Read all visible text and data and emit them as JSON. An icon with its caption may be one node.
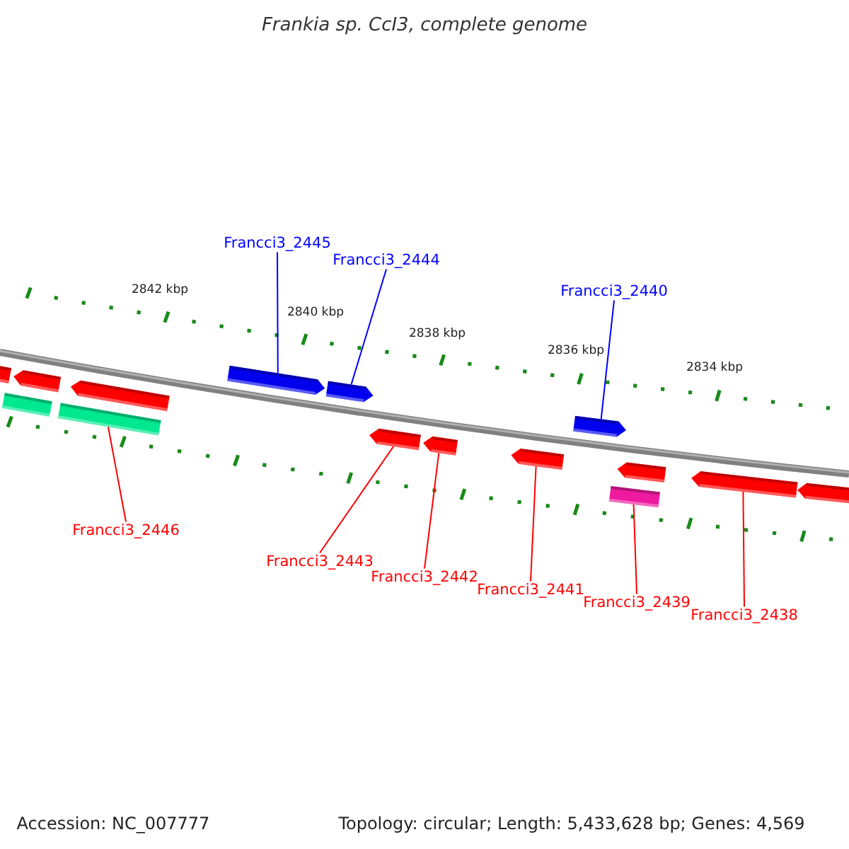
{
  "diagram": {
    "title": "Frankia sp. CcI3, complete genome",
    "nodes": [
      {
        "text": [
          "Francci3_2445"
        ]
      },
      {
        "text": [
          "Francci3_2444"
        ]
      },
      {
        "text": [
          "Francci3_2440"
        ]
      },
      {
        "text": [
          "Francci3_2446"
        ]
      },
      {
        "text": [
          "Francci3_2443"
        ]
      },
      {
        "text": [
          "Francci3_2442"
        ]
      },
      {
        "text": [
          "Francci3_2441"
        ]
      },
      {
        "text": [
          "Francci3_2439"
        ]
      },
      {
        "text": [
          "Francci3_2438"
        ]
      },
      {
        "text": [],
        "shape": "bar"
      },
      {
        "text": [],
        "shape": "box"
      },
      {
        "text": [],
        "shape": "bar"
      },
      {
        "text": [],
        "shape": "box"
      },
      {
        "text": [],
        "shape": "bar"
      },
      {
        "text": [],
        "shape": "bar"
      },
      {
        "text": [],
        "shape": "bar"
      },
      {
        "text": [],
        "shape": "bar"
      },
      {
        "text": [],
        "shape": "bar"
      },
      {
        "text": [],
        "shape": "bar"
      },
      {
        "text": [],
        "shape": "bar"
      },
      {
        "text": [],
        "shape": "box"
      },
      {
        "text": [],
        "shape": "bar"
      },
      {
        "text": [],
        "shape": "bar"
      },
      {
        "text": [],
        "shape": "bar"
      }
    ],
    "edges": [
      {
        "from": 0,
        "to": 14,
        "arrow": "none",
        "color": "#0000ff"
      },
      {
        "from": 1,
        "to": 15,
        "arrow": "none",
        "color": "#0000ff"
      },
      {
        "from": 2,
        "to": 19,
        "arrow": "none",
        "color": "#0000ff"
      },
      {
        "from": 3,
        "to": 12,
        "arrow": "none"
      },
      {
        "from": 4,
        "to": 16,
        "arrow": "none"
      },
      {
        "from": 5,
        "to": 17,
        "arrow": "none"
      },
      {
        "from": 6,
        "to": 18,
        "arrow": "none"
      },
      {
        "from": 7,
        "to": 20,
        "arrow": "none"
      },
      {
        "from": 8,
        "to": 22,
        "arrow": "none"
      }
    ],
    "labels": [
      "2842 kbp",
      "2840 kbp",
      "2838 kbp",
      "2836 kbp",
      "2834 kbp",
      "Accession: NC_007777",
      "Topology: circular; Length: 5,433,628 bp; Genes: 4,569"
    ]
  }
}
